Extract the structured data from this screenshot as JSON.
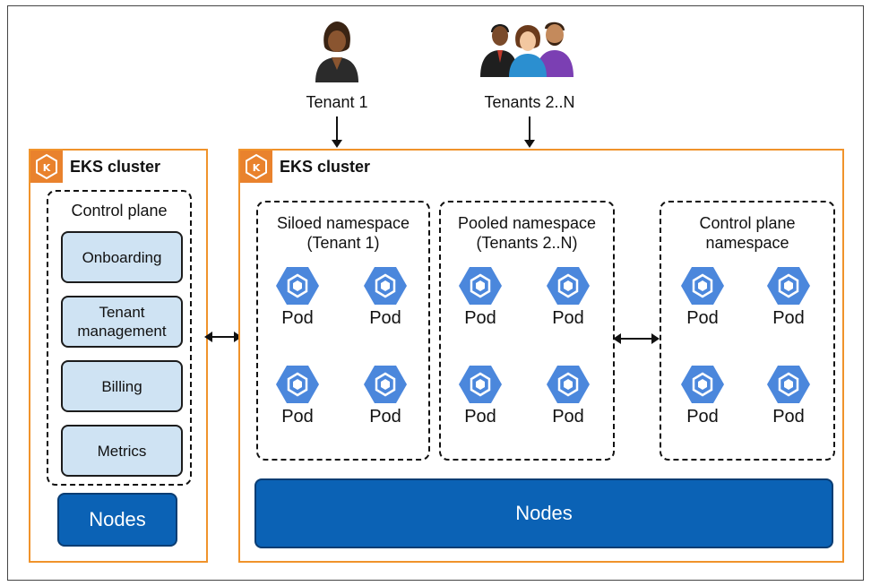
{
  "tenants": [
    {
      "label": "Tenant 1",
      "icon": "person-icon"
    },
    {
      "label": "Tenants 2..N",
      "icon": "people-group-icon"
    }
  ],
  "left_cluster": {
    "title": "EKS cluster",
    "control_plane": {
      "title": "Control plane",
      "items": [
        "Onboarding",
        "Tenant management",
        "Billing",
        "Metrics"
      ]
    },
    "nodes_label": "Nodes"
  },
  "right_cluster": {
    "title": "EKS cluster",
    "namespaces": [
      {
        "title_line1": "Siloed namespace",
        "title_line2": "(Tenant 1)",
        "pods": [
          "Pod",
          "Pod",
          "Pod",
          "Pod"
        ]
      },
      {
        "title_line1": "Pooled namespace",
        "title_line2": "(Tenants 2..N)",
        "pods": [
          "Pod",
          "Pod",
          "Pod",
          "Pod"
        ]
      },
      {
        "title_line1": "Control plane",
        "title_line2": "namespace",
        "pods": [
          "Pod",
          "Pod",
          "Pod",
          "Pod"
        ]
      }
    ],
    "nodes_label": "Nodes"
  },
  "colors": {
    "cluster_border": "#f0932b",
    "cluster_badge": "#e9822d",
    "pod_blue": "#4b87dc",
    "nodes_blue": "#0b62b5",
    "control_item_fill": "#cfe3f3"
  }
}
